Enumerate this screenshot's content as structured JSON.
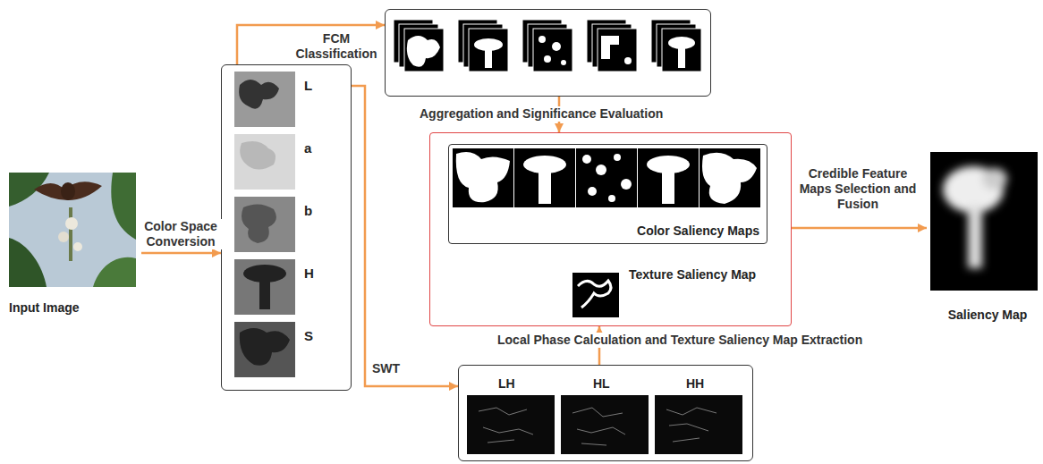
{
  "diagram": {
    "nodes": [
      {
        "text": [
          "Input Image"
        ]
      },
      {
        "text": [
          "L",
          "a",
          "b",
          "H",
          "S"
        ]
      },
      {
        "text": []
      },
      {
        "text": []
      },
      {
        "text": [
          "Color Saliency Maps"
        ],
        "in": 3
      },
      {
        "text": [
          "Texture Saliency Map"
        ],
        "in": 3
      },
      {
        "text": [
          "LH",
          "HL",
          "HH"
        ]
      },
      {
        "text": [
          "Saliency Map"
        ]
      }
    ],
    "edges": [
      {
        "from": 0,
        "to": 1,
        "label": "Color Space Conversion",
        "arrow": "to"
      },
      {
        "from": 1,
        "to": 2,
        "label": "FCM Classification",
        "arrow": "to"
      },
      {
        "from": 2,
        "to": 3,
        "label": "Aggregation and Significance Evaluation",
        "arrow": "to"
      },
      {
        "from": 1,
        "to": 6,
        "label": "SWT",
        "arrow": "to"
      },
      {
        "from": 6,
        "to": 3,
        "label": "Local Phase Calculation and Texture Saliency Map Extraction",
        "arrow": "to"
      },
      {
        "from": 3,
        "to": 7,
        "label": "Credible Feature Maps Selection and Fusion",
        "arrow": "to"
      }
    ]
  }
}
